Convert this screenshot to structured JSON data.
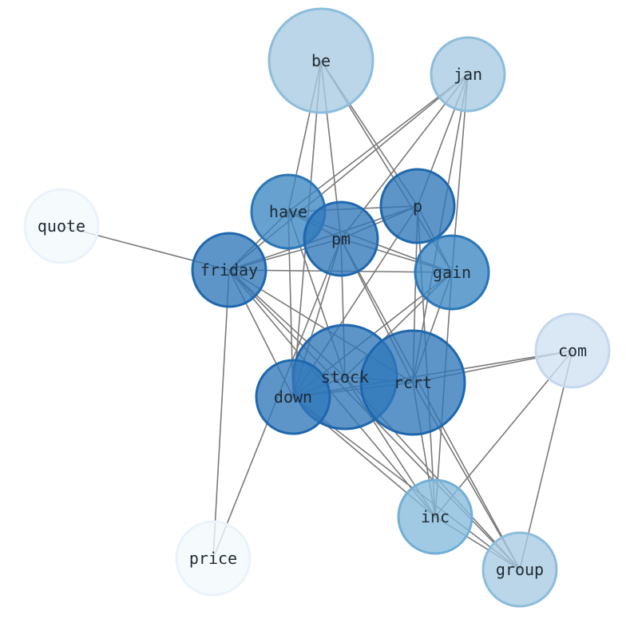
{
  "nodes": [
    {
      "id": "be",
      "label": "be",
      "color": "#a7cbe2",
      "border": "#8cbddc"
    },
    {
      "id": "jan",
      "label": "jan",
      "color": "#a7cbe2",
      "border": "#8cbddc"
    },
    {
      "id": "quote",
      "label": "quote",
      "color": "#f2f8fd",
      "border": "#eaf3fb"
    },
    {
      "id": "have",
      "label": "have",
      "color": "#3b86c3",
      "border": "#2a76b6"
    },
    {
      "id": "p",
      "label": "p",
      "color": "#2f77ba",
      "border": "#1f67ad"
    },
    {
      "id": "pm",
      "label": "pm",
      "color": "#2f77ba",
      "border": "#1f67ad"
    },
    {
      "id": "friday",
      "label": "friday",
      "color": "#2f77ba",
      "border": "#1f67ad"
    },
    {
      "id": "gain",
      "label": "gain",
      "color": "#3b86c3",
      "border": "#2a76b6"
    },
    {
      "id": "com",
      "label": "com",
      "color": "#d0e0f1",
      "border": "#c4d8ee"
    },
    {
      "id": "stock",
      "label": "stock",
      "color": "#2f77ba",
      "border": "#1f67ad"
    },
    {
      "id": "rcrt",
      "label": "rcrt",
      "color": "#2f77ba",
      "border": "#1f67ad"
    },
    {
      "id": "down",
      "label": "down",
      "color": "#2f77ba",
      "border": "#1f67ad"
    },
    {
      "id": "inc",
      "label": "inc",
      "color": "#85bbdd",
      "border": "#72afd6"
    },
    {
      "id": "price",
      "label": "price",
      "color": "#f2f8fd",
      "border": "#eaf3fb"
    },
    {
      "id": "group",
      "label": "group",
      "color": "#a7cbe2",
      "border": "#8cbddc"
    }
  ],
  "edges": [
    [
      "be",
      "have"
    ],
    [
      "be",
      "pm"
    ],
    [
      "be",
      "p"
    ],
    [
      "be",
      "gain"
    ],
    [
      "be",
      "down"
    ],
    [
      "jan",
      "have"
    ],
    [
      "jan",
      "pm"
    ],
    [
      "jan",
      "p"
    ],
    [
      "jan",
      "friday"
    ],
    [
      "jan",
      "gain"
    ],
    [
      "jan",
      "rcrt"
    ],
    [
      "quote",
      "friday"
    ],
    [
      "have",
      "pm"
    ],
    [
      "have",
      "p"
    ],
    [
      "have",
      "friday"
    ],
    [
      "have",
      "gain"
    ],
    [
      "have",
      "down"
    ],
    [
      "have",
      "stock"
    ],
    [
      "p",
      "pm"
    ],
    [
      "p",
      "friday"
    ],
    [
      "p",
      "gain"
    ],
    [
      "p",
      "down"
    ],
    [
      "p",
      "rcrt"
    ],
    [
      "p",
      "inc"
    ],
    [
      "pm",
      "friday"
    ],
    [
      "pm",
      "gain"
    ],
    [
      "pm",
      "down"
    ],
    [
      "pm",
      "stock"
    ],
    [
      "pm",
      "rcrt"
    ],
    [
      "pm",
      "group"
    ],
    [
      "pm",
      "price"
    ],
    [
      "friday",
      "gain"
    ],
    [
      "friday",
      "down"
    ],
    [
      "friday",
      "stock"
    ],
    [
      "friday",
      "rcrt"
    ],
    [
      "friday",
      "price"
    ],
    [
      "friday",
      "inc"
    ],
    [
      "friday",
      "group"
    ],
    [
      "gain",
      "down"
    ],
    [
      "gain",
      "stock"
    ],
    [
      "gain",
      "rcrt"
    ],
    [
      "gain",
      "inc"
    ],
    [
      "stock",
      "rcrt"
    ],
    [
      "stock",
      "down"
    ],
    [
      "stock",
      "inc"
    ],
    [
      "stock",
      "group"
    ],
    [
      "rcrt",
      "down"
    ],
    [
      "rcrt",
      "com"
    ],
    [
      "rcrt",
      "inc"
    ],
    [
      "rcrt",
      "group"
    ],
    [
      "down",
      "com"
    ],
    [
      "down",
      "inc"
    ],
    [
      "down",
      "group"
    ],
    [
      "com",
      "inc"
    ],
    [
      "com",
      "group"
    ],
    [
      "inc",
      "group"
    ]
  ]
}
